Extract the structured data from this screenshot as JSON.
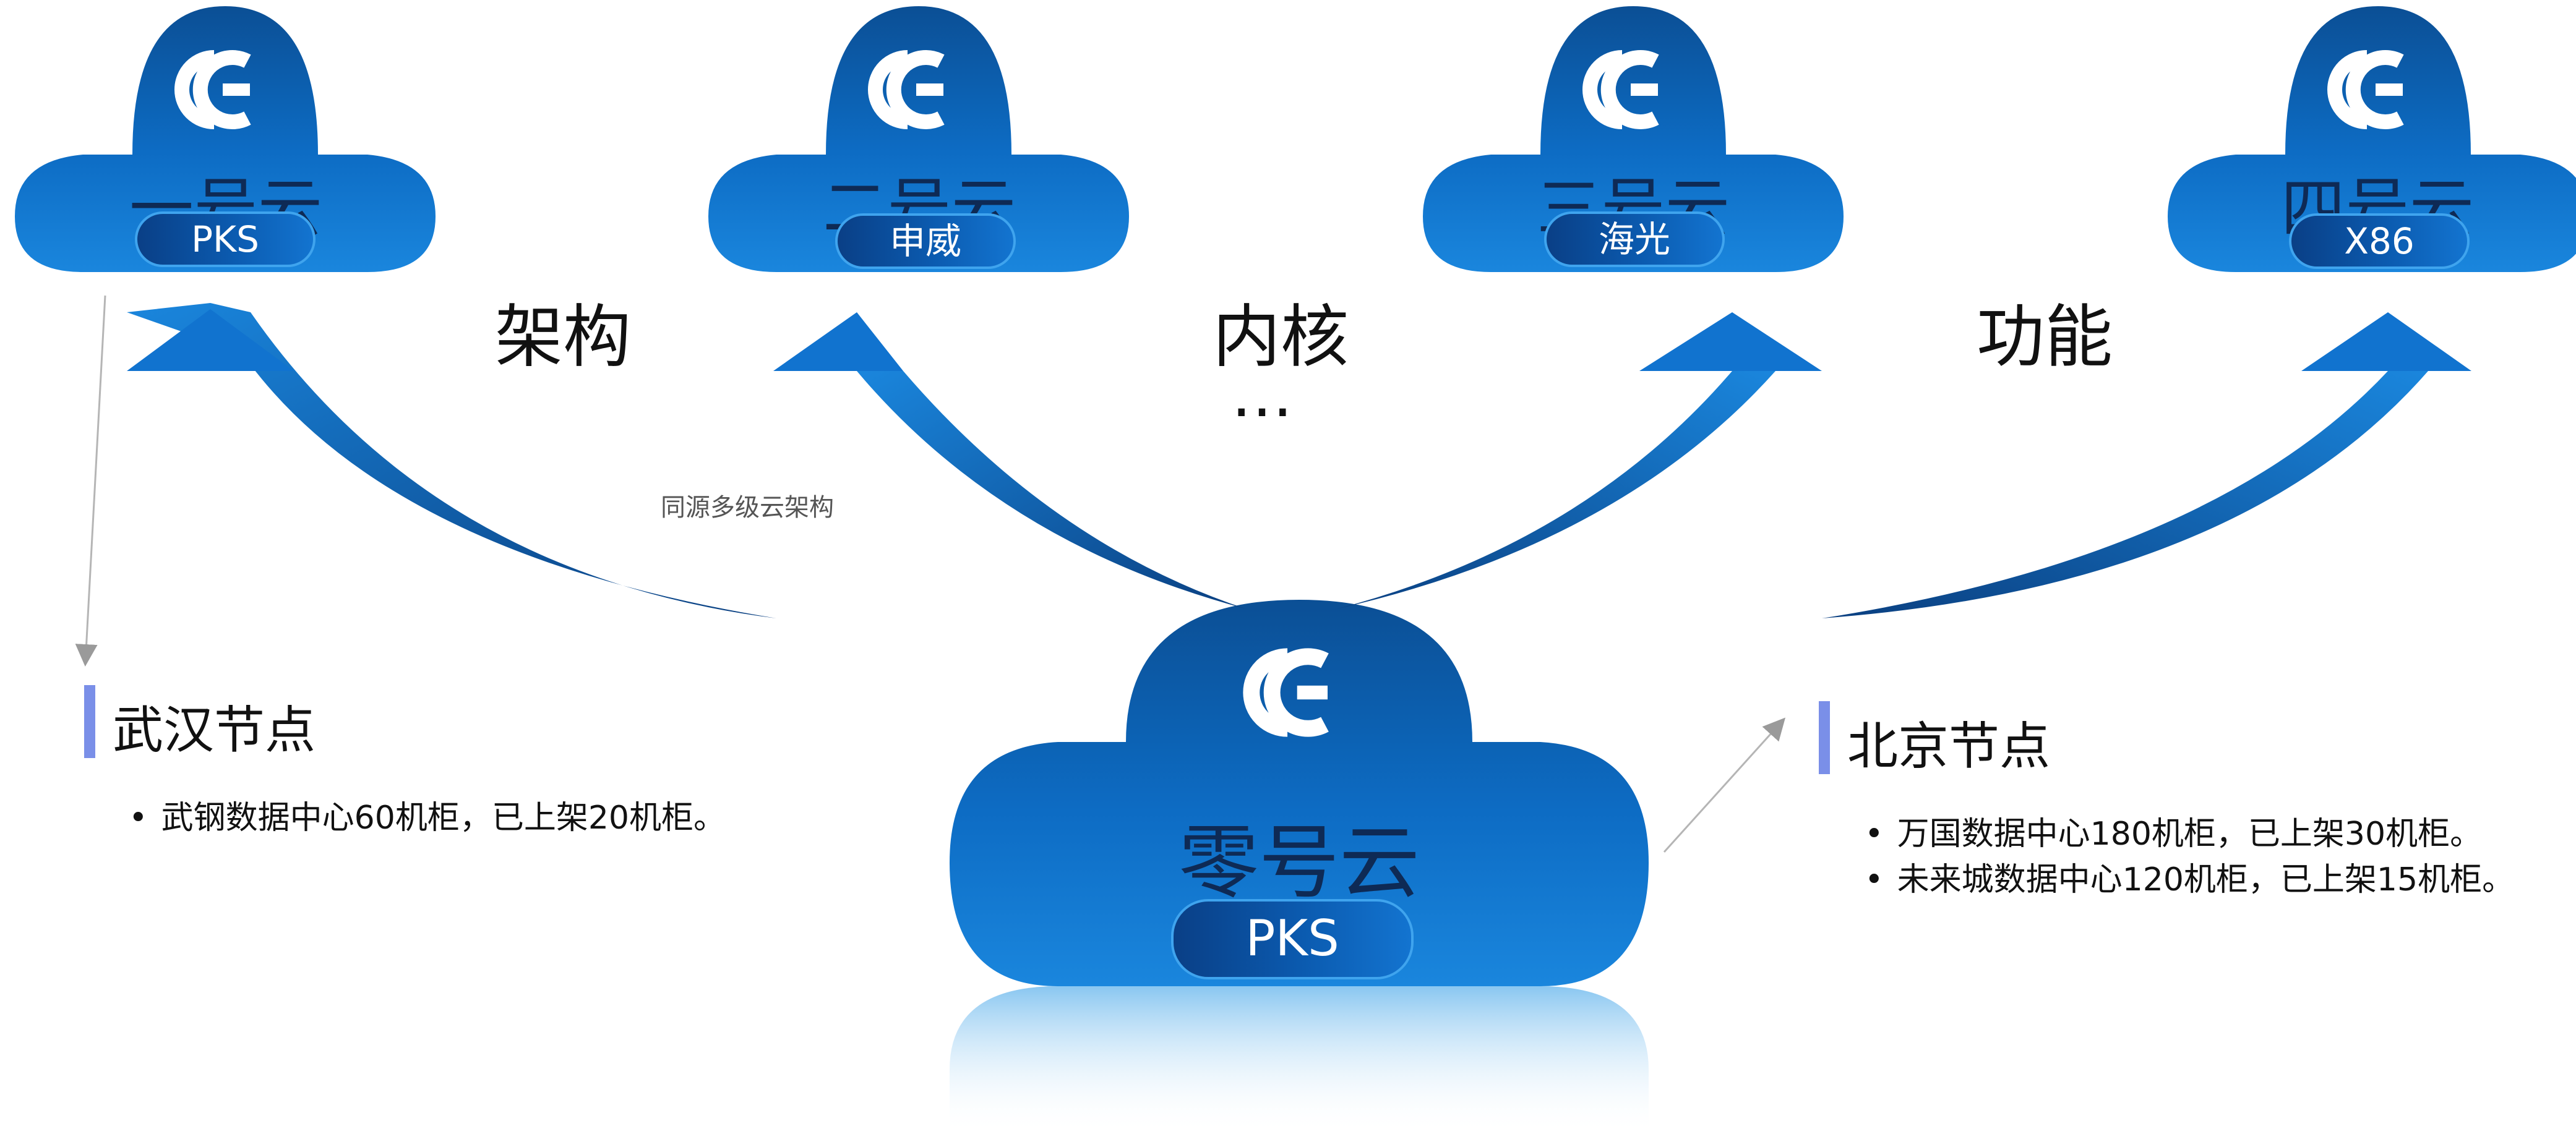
{
  "clouds": [
    {
      "title": "一号云",
      "badge": "PKS"
    },
    {
      "title": "二号云",
      "badge": "申威"
    },
    {
      "title": "三号云",
      "badge": "海光"
    },
    {
      "title": "四号云",
      "badge": "X86"
    }
  ],
  "center_cloud": {
    "title": "零号云",
    "badge": "PKS"
  },
  "labels": {
    "architecture": "架构",
    "kernel": "内核",
    "function": "功能",
    "ellipsis": "…",
    "note": "同源多级云架构"
  },
  "nodes": {
    "wuhan": {
      "title": "武汉节点",
      "items": [
        "武钢数据中心60机柜，已上架20机柜。"
      ]
    },
    "beijing": {
      "title": "北京节点",
      "items": [
        "万国数据中心180机柜，已上架30机柜。",
        "未来城数据中心120机柜，已上架15机柜。"
      ]
    }
  },
  "colors": {
    "cloud_light": "#1a86dd",
    "cloud_dark": "#0a4b8f",
    "accent_bar": "#7a8fe8"
  }
}
